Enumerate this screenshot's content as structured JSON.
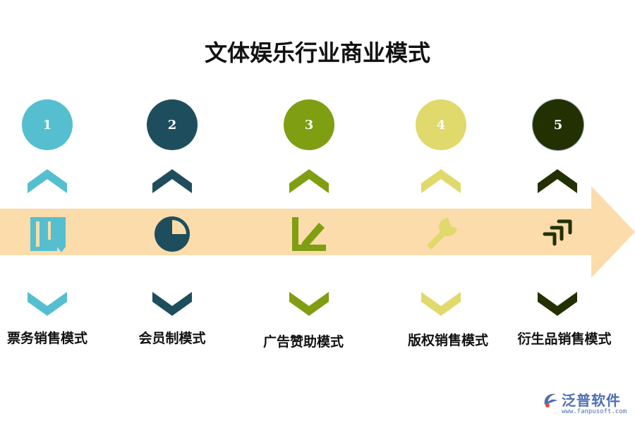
{
  "title": "文体娱乐行业商业模式",
  "steps": [
    {
      "number": "1",
      "label": "票务销售模式",
      "color": "#55bfcf",
      "icon": "ticket-icon"
    },
    {
      "number": "2",
      "label": "会员制模式",
      "color": "#1e4e5d",
      "icon": "pie-chart-icon"
    },
    {
      "number": "3",
      "label": "广告赞助模式",
      "color": "#7f9e12",
      "icon": "ruler-pencil-icon"
    },
    {
      "number": "4",
      "label": "版权销售模式",
      "color": "#e0d96b",
      "icon": "wrench-icon"
    },
    {
      "number": "5",
      "label": "衍生品销售模式",
      "color": "#223002",
      "icon": "trend-arrows-icon"
    }
  ],
  "arrow_color": "#fbdcaa",
  "logo": {
    "name": "泛普软件",
    "url": "www.fanpusoft.com",
    "color": "#4e6fb3"
  }
}
